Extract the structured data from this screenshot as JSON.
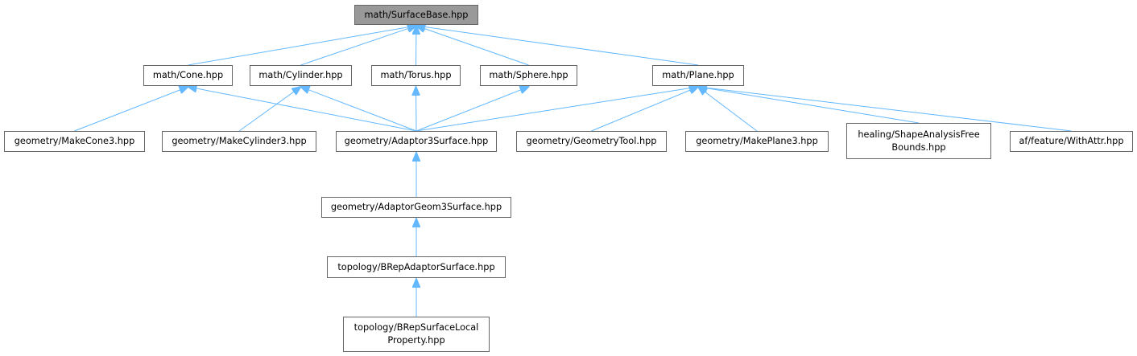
{
  "nodes": {
    "surfacebase": "math/SurfaceBase.hpp",
    "cone": "math/Cone.hpp",
    "cylinder": "math/Cylinder.hpp",
    "torus": "math/Torus.hpp",
    "sphere": "math/Sphere.hpp",
    "plane": "math/Plane.hpp",
    "makecone3": "geometry/MakeCone3.hpp",
    "makecylinder3": "geometry/MakeCylinder3.hpp",
    "adaptor3surface": "geometry/Adaptor3Surface.hpp",
    "geometrytool": "geometry/GeometryTool.hpp",
    "makeplane3": "geometry/MakePlane3.hpp",
    "shapeanalysis_line1": "healing/ShapeAnalysisFree",
    "shapeanalysis_line2": "Bounds.hpp",
    "withattr": "af/feature/WithAttr.hpp",
    "adaptorgeom3surface": "geometry/AdaptorGeom3Surface.hpp",
    "brepadaptorsurface": "topology/BRepAdaptorSurface.hpp",
    "brepsurfacelocal_line1": "topology/BRepSurfaceLocal",
    "brepsurfacelocal_line2": "Property.hpp"
  },
  "edges": [
    [
      "cone",
      "surfacebase"
    ],
    [
      "cylinder",
      "surfacebase"
    ],
    [
      "torus",
      "surfacebase"
    ],
    [
      "sphere",
      "surfacebase"
    ],
    [
      "plane",
      "surfacebase"
    ],
    [
      "makecone3",
      "cone"
    ],
    [
      "adaptor3surface",
      "cone"
    ],
    [
      "makecylinder3",
      "cylinder"
    ],
    [
      "adaptor3surface",
      "cylinder"
    ],
    [
      "adaptor3surface",
      "torus"
    ],
    [
      "adaptor3surface",
      "sphere"
    ],
    [
      "adaptor3surface",
      "plane"
    ],
    [
      "geometrytool",
      "plane"
    ],
    [
      "makeplane3",
      "plane"
    ],
    [
      "shapeanalysis",
      "plane"
    ],
    [
      "withattr",
      "plane"
    ],
    [
      "adaptorgeom3surface",
      "adaptor3surface"
    ],
    [
      "brepadaptorsurface",
      "adaptorgeom3surface"
    ],
    [
      "brepsurfacelocal",
      "brepadaptorsurface"
    ]
  ],
  "colors": {
    "edge": "#63b8ff",
    "node_border": "#666666",
    "root_fill": "#999999"
  }
}
